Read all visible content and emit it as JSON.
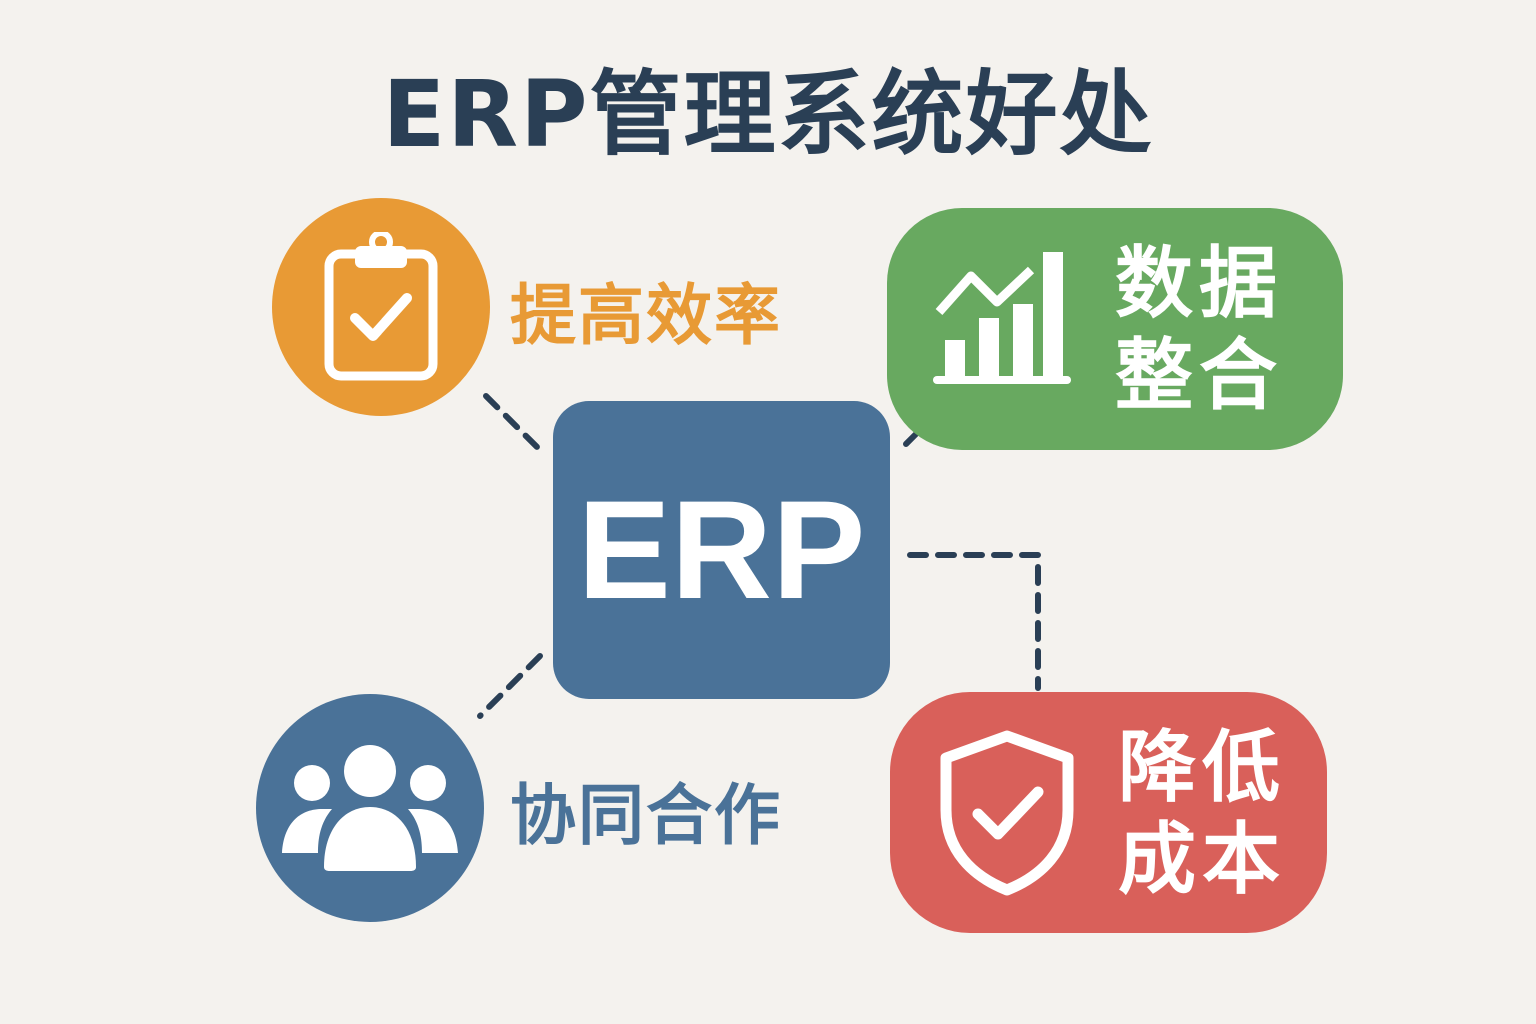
{
  "title": "ERP管理系统好处",
  "center": {
    "label": "ERP"
  },
  "benefits": [
    {
      "label": "提高效率",
      "icon": "clipboard-check-icon",
      "color": "#e89a35"
    },
    {
      "label_line1": "数据",
      "label_line2": "整合",
      "icon": "bar-chart-trend-icon",
      "color": "#68a960"
    },
    {
      "label": "协同合作",
      "icon": "people-group-icon",
      "color": "#4a7298"
    },
    {
      "label_line1": "降低",
      "label_line2": "成本",
      "icon": "shield-check-icon",
      "color": "#d9605a"
    }
  ],
  "colors": {
    "background": "#f4f2ee",
    "title": "#2a3f55",
    "connector": "#2a3f55"
  }
}
